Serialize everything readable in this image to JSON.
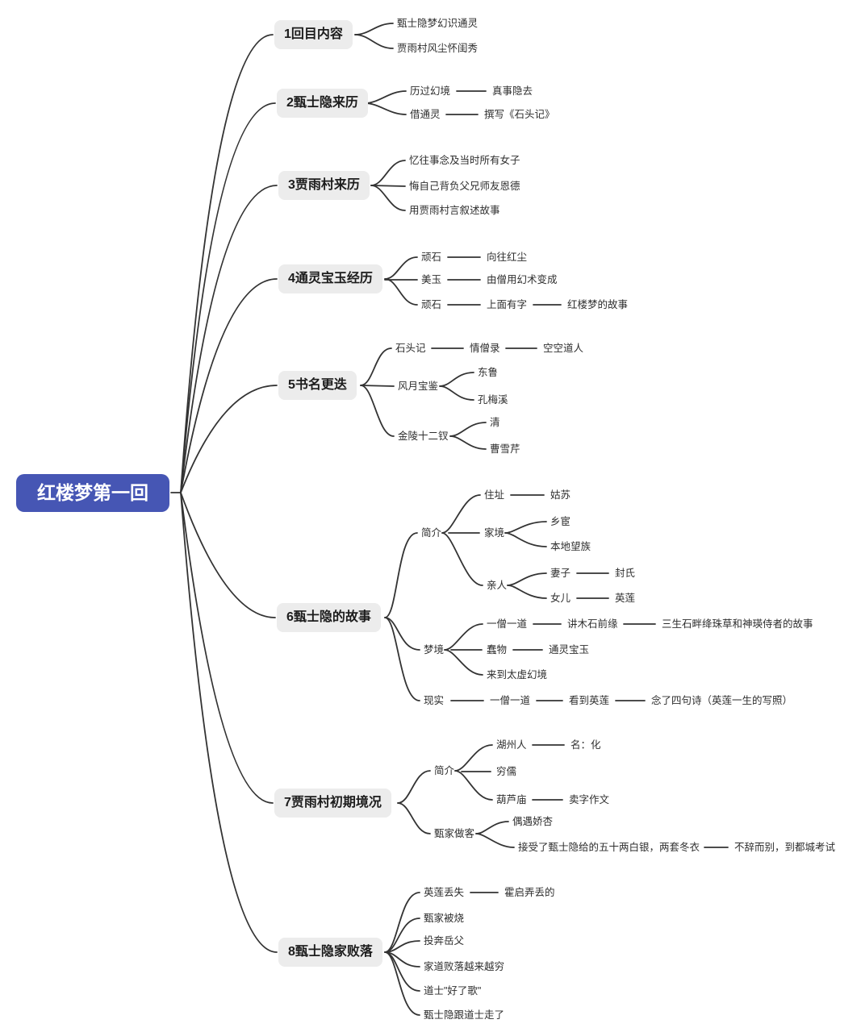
{
  "colors": {
    "root_bg": "#4656b4",
    "root_text": "#ffffff",
    "branch_bg": "#ececec",
    "branch_text": "#1c1c1c",
    "leaf_text": "#2e2e2e",
    "line": "#333333",
    "canvas_bg": "#ffffff"
  },
  "mindmap": {
    "root": {
      "label": "红楼梦第一回"
    },
    "branches": [
      {
        "label": "1回目内容",
        "children": [
          {
            "label": "甄士隐梦幻识通灵"
          },
          {
            "label": "贾雨村风尘怀闺秀"
          }
        ]
      },
      {
        "label": "2甄士隐来历",
        "children": [
          {
            "label": "历过幻境",
            "children": [
              {
                "label": "真事隐去"
              }
            ]
          },
          {
            "label": "借通灵",
            "children": [
              {
                "label": "撰写《石头记》"
              }
            ]
          }
        ]
      },
      {
        "label": "3贾雨村来历",
        "children": [
          {
            "label": "忆往事念及当时所有女子"
          },
          {
            "label": "悔自己背负父兄师友恩德"
          },
          {
            "label": "用贾雨村言叙述故事"
          }
        ]
      },
      {
        "label": "4通灵宝玉经历",
        "children": [
          {
            "label": "顽石",
            "children": [
              {
                "label": "向往红尘"
              }
            ]
          },
          {
            "label": "美玉",
            "children": [
              {
                "label": "由僧用幻术变成"
              }
            ]
          },
          {
            "label": "顽石",
            "children": [
              {
                "label": "上面有字",
                "children": [
                  {
                    "label": "红楼梦的故事"
                  }
                ]
              }
            ]
          }
        ]
      },
      {
        "label": "5书名更迭",
        "children": [
          {
            "label": "石头记",
            "children": [
              {
                "label": "情僧录",
                "children": [
                  {
                    "label": "空空道人"
                  }
                ]
              }
            ]
          },
          {
            "label": "风月宝鉴",
            "children": [
              {
                "label": "东鲁"
              },
              {
                "label": "孔梅溪"
              }
            ]
          },
          {
            "label": "金陵十二钗",
            "children": [
              {
                "label": "清"
              },
              {
                "label": "曹雪芹"
              }
            ]
          }
        ]
      },
      {
        "label": "6甄士隐的故事",
        "children": [
          {
            "label": "简介",
            "children": [
              {
                "label": "住址",
                "children": [
                  {
                    "label": "姑苏"
                  }
                ]
              },
              {
                "label": "家境",
                "children": [
                  {
                    "label": "乡宦"
                  },
                  {
                    "label": "本地望族"
                  }
                ]
              },
              {
                "label": "亲人",
                "children": [
                  {
                    "label": "妻子",
                    "children": [
                      {
                        "label": "封氏"
                      }
                    ]
                  },
                  {
                    "label": "女儿",
                    "children": [
                      {
                        "label": "英莲"
                      }
                    ]
                  }
                ]
              }
            ]
          },
          {
            "label": "梦境",
            "children": [
              {
                "label": "一僧一道",
                "children": [
                  {
                    "label": "讲木石前缘",
                    "children": [
                      {
                        "label": "三生石畔绛珠草和神瑛侍者的故事"
                      }
                    ]
                  }
                ]
              },
              {
                "label": "蠢物",
                "children": [
                  {
                    "label": "通灵宝玉"
                  }
                ]
              },
              {
                "label": "来到太虚幻境"
              }
            ]
          },
          {
            "label": "现实",
            "children": [
              {
                "label": "一僧一道",
                "children": [
                  {
                    "label": "看到英莲",
                    "children": [
                      {
                        "label": "念了四句诗（英莲一生的写照）"
                      }
                    ]
                  }
                ]
              }
            ]
          }
        ]
      },
      {
        "label": "7贾雨村初期境况",
        "children": [
          {
            "label": "简介",
            "children": [
              {
                "label": "湖州人",
                "children": [
                  {
                    "label": "名：化"
                  }
                ]
              },
              {
                "label": "穷儒"
              },
              {
                "label": "葫芦庙",
                "children": [
                  {
                    "label": "卖字作文"
                  }
                ]
              }
            ]
          },
          {
            "label": "甄家做客",
            "children": [
              {
                "label": "偶遇娇杏"
              },
              {
                "label": "接受了甄士隐给的五十两白银，两套冬衣",
                "children": [
                  {
                    "label": "不辞而别，到都城考试"
                  }
                ]
              }
            ]
          }
        ]
      },
      {
        "label": "8甄士隐家败落",
        "children": [
          {
            "label": "英莲丢失",
            "children": [
              {
                "label": "霍启弄丢的"
              }
            ]
          },
          {
            "label": "甄家被烧"
          },
          {
            "label": "投奔岳父"
          },
          {
            "label": "家道败落越来越穷"
          },
          {
            "label": "道士\"好了歌\""
          },
          {
            "label": "甄士隐跟道士走了"
          }
        ]
      }
    ]
  }
}
